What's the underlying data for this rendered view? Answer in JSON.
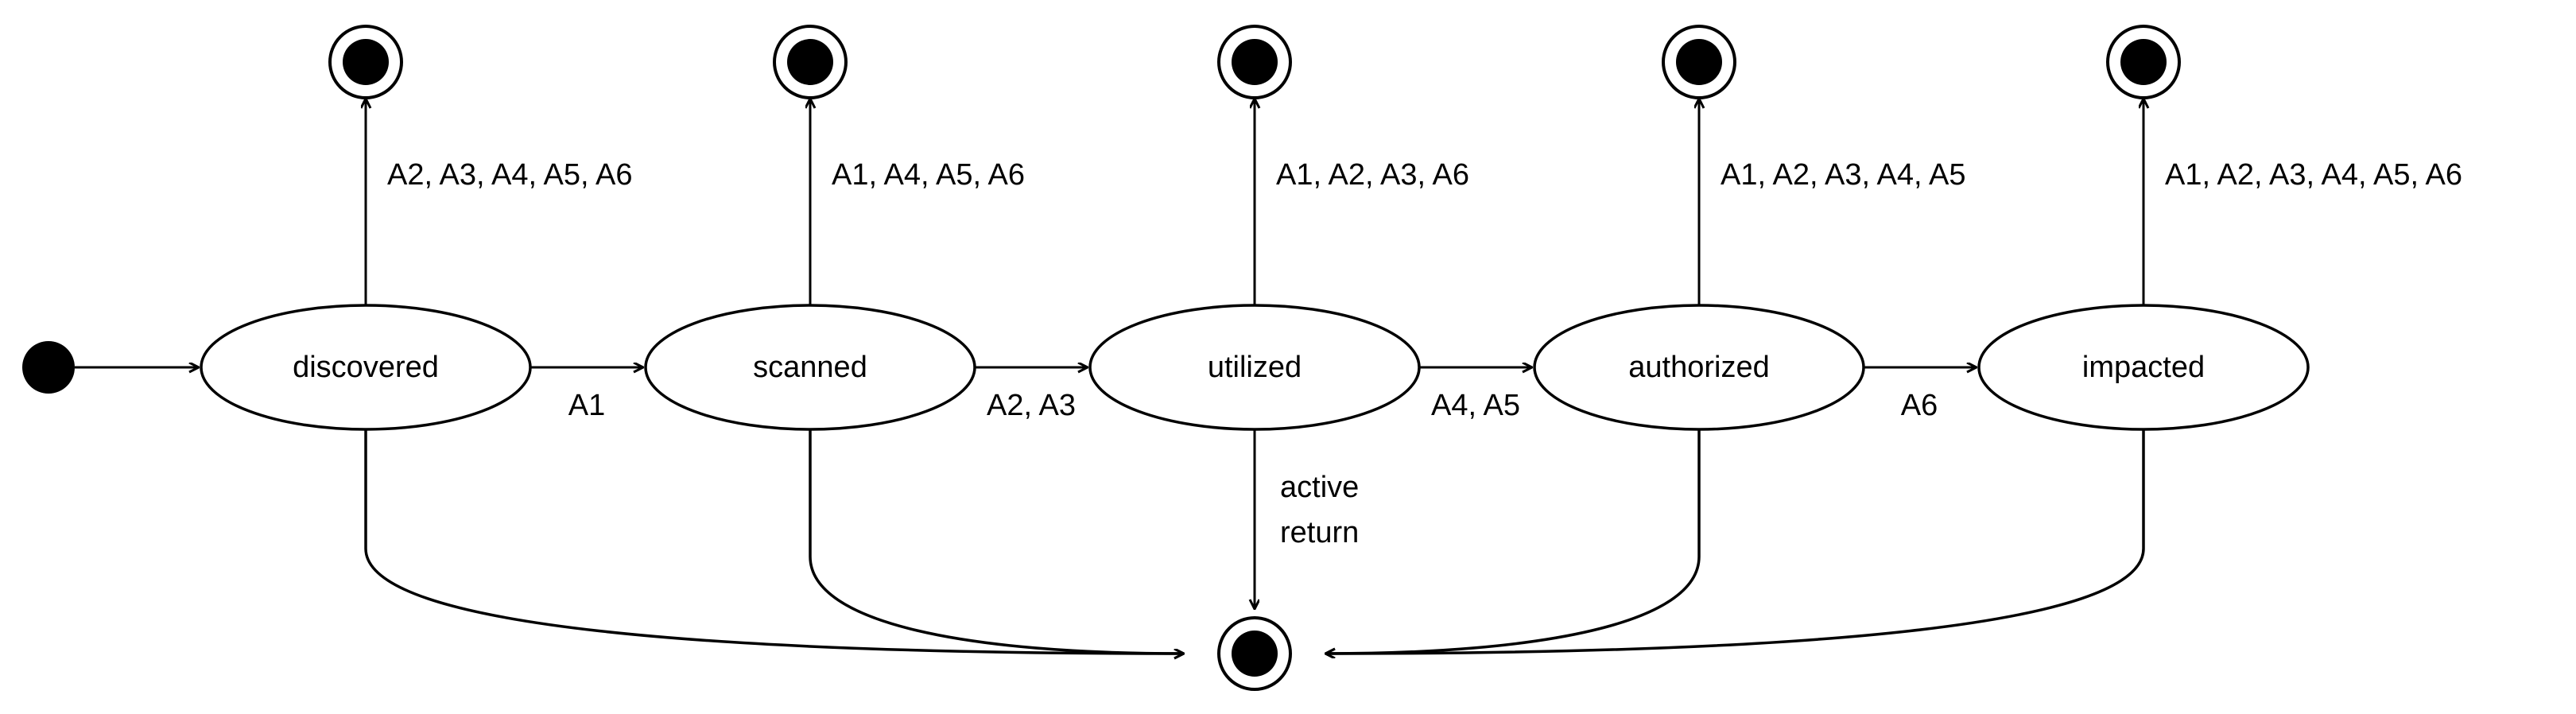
{
  "diagram": {
    "type": "uml-state-machine",
    "title": "",
    "colors": {
      "stroke": "#000000",
      "fill": "#ffffff",
      "text": "#000000"
    },
    "states": [
      {
        "id": "discovered",
        "label": "discovered"
      },
      {
        "id": "scanned",
        "label": "scanned"
      },
      {
        "id": "utilized",
        "label": "utilized"
      },
      {
        "id": "authorized",
        "label": "authorized"
      },
      {
        "id": "impacted",
        "label": "impacted"
      }
    ],
    "sequential_transitions": [
      {
        "from": "discovered",
        "to": "scanned",
        "label": "A1"
      },
      {
        "from": "scanned",
        "to": "utilized",
        "label": "A2, A3"
      },
      {
        "from": "utilized",
        "to": "authorized",
        "label": "A4, A5"
      },
      {
        "from": "authorized",
        "to": "impacted",
        "label": "A6"
      }
    ],
    "final_transitions_up": [
      {
        "from": "discovered",
        "label": "A2, A3, A4, A5, A6"
      },
      {
        "from": "scanned",
        "label": "A1, A4, A5, A6"
      },
      {
        "from": "utilized",
        "label": "A1, A2, A3, A6"
      },
      {
        "from": "authorized",
        "label": "A1, A2, A3, A4, A5"
      },
      {
        "from": "impacted",
        "label": "A1, A2, A3, A4, A5, A6"
      }
    ],
    "final_transitions_down": [
      {
        "from": "discovered",
        "label": ""
      },
      {
        "from": "scanned",
        "label": ""
      },
      {
        "from": "utilized",
        "label_line1": "active",
        "label_line2": "return"
      },
      {
        "from": "authorized",
        "label": ""
      },
      {
        "from": "impacted",
        "label": ""
      }
    ],
    "nodes": {
      "initial_state": "initial-pseudostate",
      "final_state_top": "final-state",
      "final_state_bottom": "final-state"
    }
  }
}
